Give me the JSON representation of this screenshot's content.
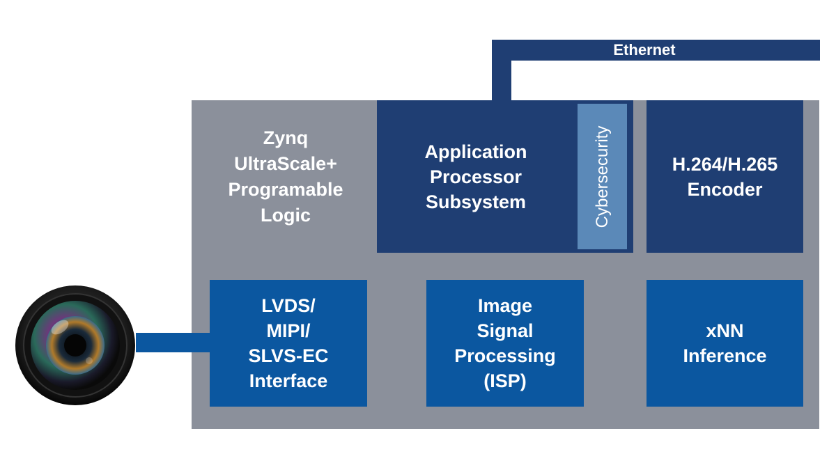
{
  "ethernet": {
    "label": "Ethernet"
  },
  "programmable_logic": {
    "label": "Zynq\nUltraScale+\nProgramable\nLogic"
  },
  "blocks": {
    "application_processor": {
      "label": "Application\nProcessor\nSubsystem"
    },
    "cybersecurity": {
      "label": "Cybersecurity"
    },
    "encoder": {
      "label": "H.264/H.265\nEncoder"
    },
    "interface": {
      "label": "LVDS/\nMIPI/\nSLVS-EC\nInterface"
    },
    "isp": {
      "label": "Image\nSignal\nProcessing\n(ISP)"
    },
    "inference": {
      "label": "xNN\nInference"
    }
  },
  "colors": {
    "dark_block": "#1f3e73",
    "mid_block": "#0b57a0",
    "cyber_block": "#5b89b8",
    "container": "#8b909b"
  },
  "camera": {
    "icon": "camera-lens-icon"
  }
}
